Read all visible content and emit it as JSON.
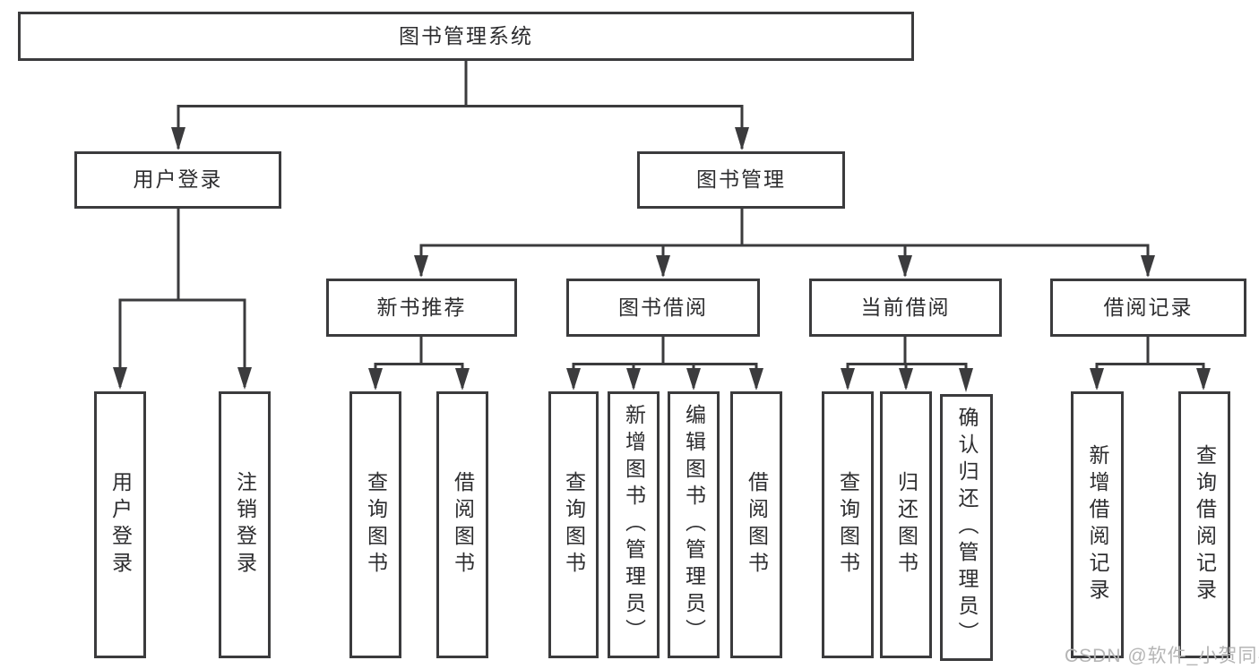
{
  "colors": {
    "line": "#3b3b3d",
    "text": "#2d2d2f",
    "box_bg": "#ffffff",
    "canvas_bg": "#ffffff",
    "watermark": "#b5b5b5"
  },
  "tree": {
    "root": {
      "label": "图书管理系统"
    },
    "level2": [
      {
        "label": "用户登录"
      },
      {
        "label": "图书管理"
      }
    ],
    "level3": [
      {
        "label": "新书推荐"
      },
      {
        "label": "图书借阅"
      },
      {
        "label": "当前借阅"
      },
      {
        "label": "借阅记录"
      }
    ],
    "leaves": [
      {
        "label": "用户登录"
      },
      {
        "label": "注销登录"
      },
      {
        "label": "查询图书"
      },
      {
        "label": "借阅图书"
      },
      {
        "label": "查询图书"
      },
      {
        "label": "新增图书（管理员）"
      },
      {
        "label": "编辑图书（管理员）"
      },
      {
        "label": "借阅图书"
      },
      {
        "label": "查询图书"
      },
      {
        "label": "归还图书"
      },
      {
        "label": "确认归还（管理员）"
      },
      {
        "label": "新增借阅记录"
      },
      {
        "label": "查询借阅记录"
      }
    ]
  },
  "watermark": {
    "text": "CSDN @软件_小贺同学"
  }
}
